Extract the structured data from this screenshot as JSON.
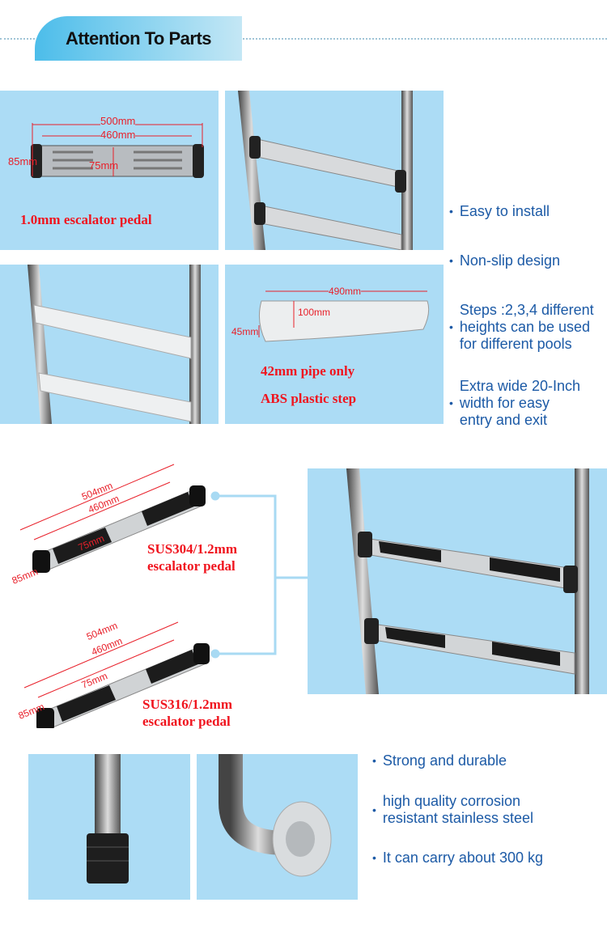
{
  "header": {
    "title": "Attention To Parts"
  },
  "parts_top": {
    "panel_a": {
      "caption": "1.0mm escalator pedal",
      "dims": [
        "500mm",
        "460mm",
        "85mm",
        "75mm"
      ]
    },
    "panel_d": {
      "captions": [
        "42mm pipe only",
        "ABS plastic step"
      ],
      "dims": [
        "490mm",
        "100mm",
        "45mm"
      ]
    }
  },
  "features_top": [
    {
      "lines": [
        "Easy to install"
      ]
    },
    {
      "lines": [
        "Non-slip design"
      ]
    },
    {
      "lines": [
        "Steps :2,3,4 different",
        "heights can be used",
        "for different pools"
      ]
    },
    {
      "lines": [
        "Extra wide 20-Inch",
        "width for easy",
        "entry and exit"
      ]
    }
  ],
  "pedals": [
    {
      "caption": [
        "SUS304/1.2mm",
        "escalator pedal"
      ],
      "dims": [
        "504mm",
        "460mm",
        "75mm",
        "85mm"
      ]
    },
    {
      "caption": [
        "SUS316/1.2mm",
        "escalator pedal"
      ],
      "dims": [
        "504mm",
        "460mm",
        "75mm",
        "85mm"
      ]
    }
  ],
  "features_bottom": [
    {
      "lines": [
        "Strong and durable"
      ]
    },
    {
      "lines": [
        "high quality corrosion",
        "resistant stainless steel"
      ]
    },
    {
      "lines": [
        "It can carry about 300 kg"
      ]
    }
  ],
  "colors": {
    "panel_bg": "#acdcf5",
    "text_blue": "#1c5aa6",
    "accent_red": "#f0141e",
    "badge_start": "#4cbdea",
    "badge_end": "#c4e7f5"
  }
}
